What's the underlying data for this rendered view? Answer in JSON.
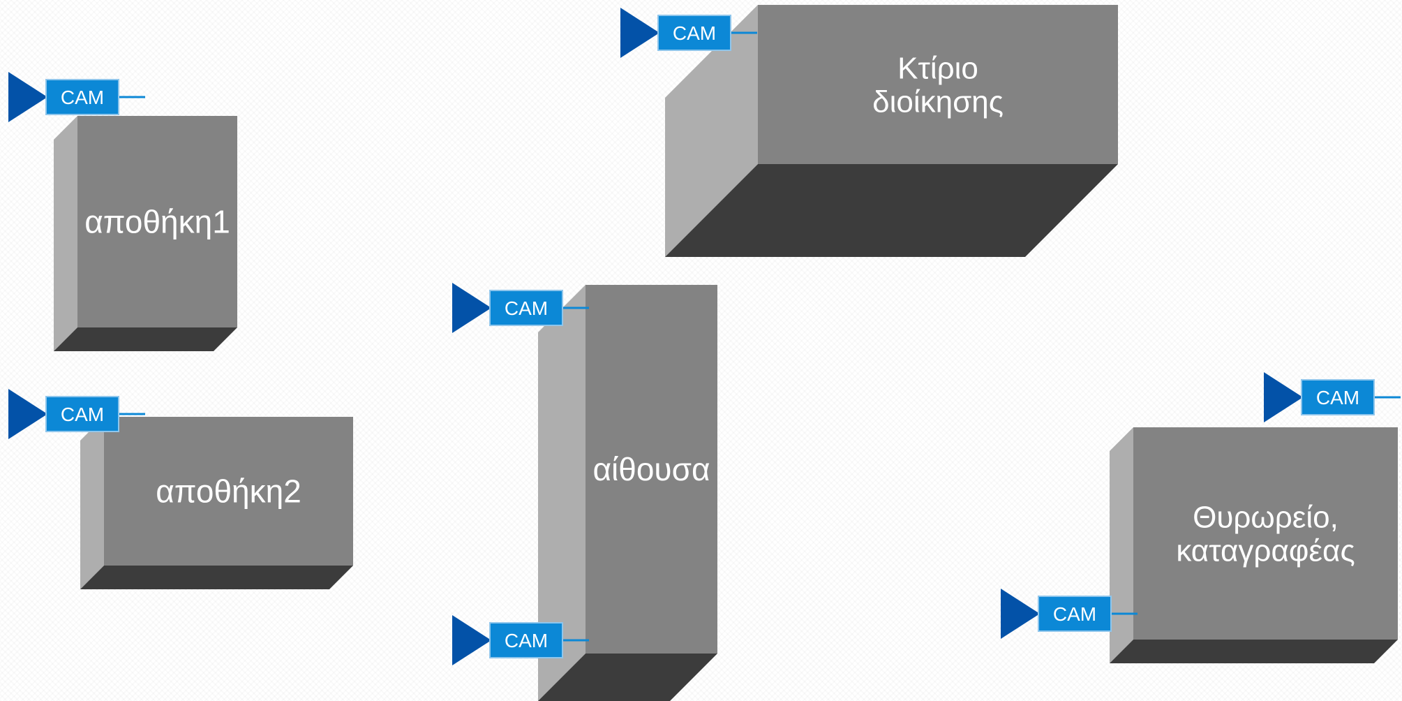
{
  "diagram": {
    "colors": {
      "box_front": "#838383",
      "box_side": "#aeaeae",
      "box_bottom": "#3c3c3c",
      "cam_body": "#0c88d6",
      "cam_border": "#8fc6ec",
      "cam_lens": "#0352a8",
      "label_text": "#ffffff"
    },
    "buildings": [
      {
        "id": "warehouse-1",
        "label_lines": [
          "αποθήκη1"
        ]
      },
      {
        "id": "warehouse-2",
        "label_lines": [
          "αποθήκη2"
        ]
      },
      {
        "id": "hall",
        "label_lines": [
          "αίθουσα"
        ]
      },
      {
        "id": "admin-building",
        "label_lines": [
          "Κτίριο",
          "διοίκησης"
        ]
      },
      {
        "id": "gatehouse-recorder",
        "label_lines": [
          "Θυρωρείο,",
          "καταγραφέας"
        ]
      }
    ],
    "cameras": [
      {
        "id": "cam-admin",
        "label": "CAM"
      },
      {
        "id": "cam-warehouse-1",
        "label": "CAM"
      },
      {
        "id": "cam-hall-top",
        "label": "CAM"
      },
      {
        "id": "cam-warehouse-2",
        "label": "CAM"
      },
      {
        "id": "cam-gatehouse-top",
        "label": "CAM"
      },
      {
        "id": "cam-gatehouse-bottom",
        "label": "CAM"
      },
      {
        "id": "cam-hall-bottom",
        "label": "CAM"
      }
    ]
  }
}
